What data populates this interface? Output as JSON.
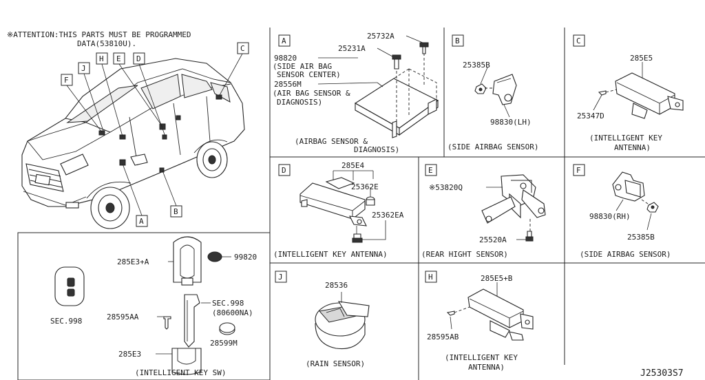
{
  "attention": {
    "line1": "※ATTENTION:THIS PARTS MUST BE PROGRAMMED",
    "line2": "DATA(53810U)."
  },
  "vehicle": {
    "callouts": {
      "F": "F",
      "J": "J",
      "H": "H",
      "E": "E",
      "D": "D",
      "C": "C",
      "A": "A",
      "B": "B"
    }
  },
  "key_panel": {
    "sec_left": "SEC.998",
    "p1": "285E3+A",
    "p2": "99820",
    "p3": "28595AA",
    "p4": "SEC.998",
    "p4b": "(80600NA)",
    "p5": "28599M",
    "p6": "285E3",
    "caption": "(INTELLIGENT KEY SW)"
  },
  "panel_A": {
    "letter": "A",
    "p1": "25732A",
    "p2": "25231A",
    "p3": "98820",
    "p3a": "(SIDE AIR BAG",
    "p3b": "SENSOR CENTER)",
    "p4": "28556M",
    "p4a": "(AIR BAG SENSOR &",
    "p4b": "DIAGNOSIS)",
    "cap1": "(AIRBAG SENSOR &",
    "cap2": "DIAGNOSIS)"
  },
  "panel_B": {
    "letter": "B",
    "p1": "25385B",
    "p2": "98830(LH)",
    "caption": "(SIDE AIRBAG SENSOR)"
  },
  "panel_C": {
    "letter": "C",
    "p1": "285E5",
    "p2": "25347D",
    "cap1": "(INTELLIGENT KEY",
    "cap2": "ANTENNA)"
  },
  "panel_D": {
    "letter": "D",
    "p1": "285E4",
    "p2": "25362E",
    "p3": "25362EA",
    "caption": "(INTELLIGENT KEY ANTENNA)"
  },
  "panel_E": {
    "letter": "E",
    "p1": "※53820Q",
    "p2": "25520A",
    "caption": "(REAR HIGHT SENSOR)"
  },
  "panel_F": {
    "letter": "F",
    "p1": "98830(RH)",
    "p2": "25385B",
    "caption": "(SIDE AIRBAG SENSOR)"
  },
  "panel_J": {
    "letter": "J",
    "p1": "28536",
    "caption": "(RAIN SENSOR)"
  },
  "panel_H": {
    "letter": "H",
    "p1": "285E5+B",
    "p2": "28595AB",
    "cap1": "(INTELLIGENT KEY",
    "cap2": "ANTENNA)"
  },
  "diagram_code": "J25303S7"
}
